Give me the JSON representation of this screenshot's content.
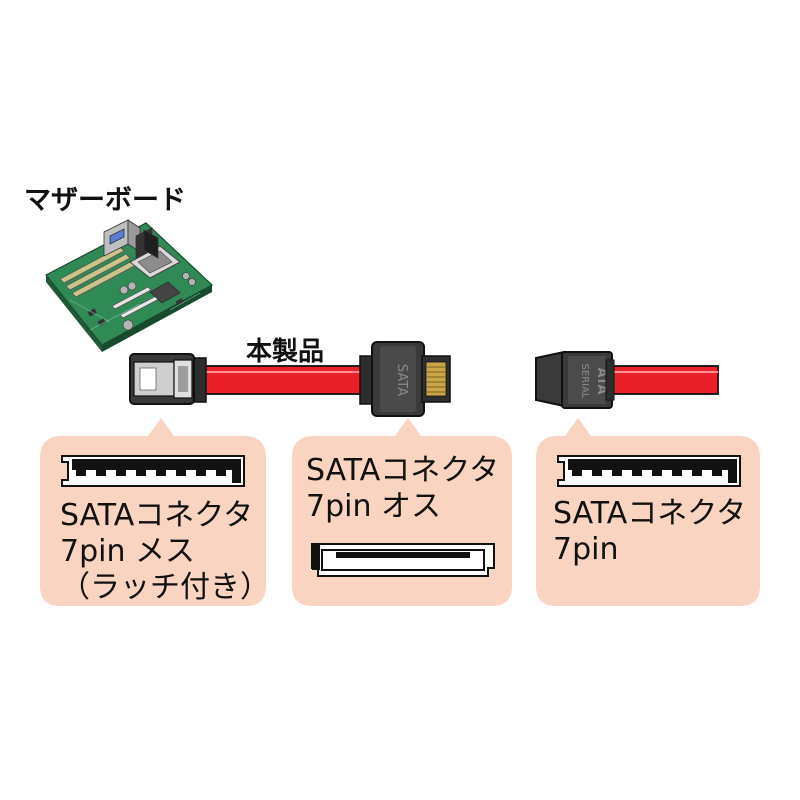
{
  "labels": {
    "motherboard": "マザーボード",
    "product": "本製品"
  },
  "callouts": [
    {
      "lines": [
        "SATAコネクタ",
        "7pin メス",
        "（ラッチ付き）"
      ]
    },
    {
      "lines": [
        "SATAコネクタ",
        "7pin オス"
      ]
    },
    {
      "lines": [
        "SATAコネクタ",
        "7pin"
      ]
    }
  ],
  "colors": {
    "callout_fill": "#f9d4c0",
    "cable_red": "#e8202a",
    "connector_dark": "#3a3a3a",
    "board_green": "#2f8a55"
  },
  "icons": [
    "motherboard-illustration",
    "latch-connector-icon",
    "male-connector-icon",
    "device-connector-icon"
  ]
}
